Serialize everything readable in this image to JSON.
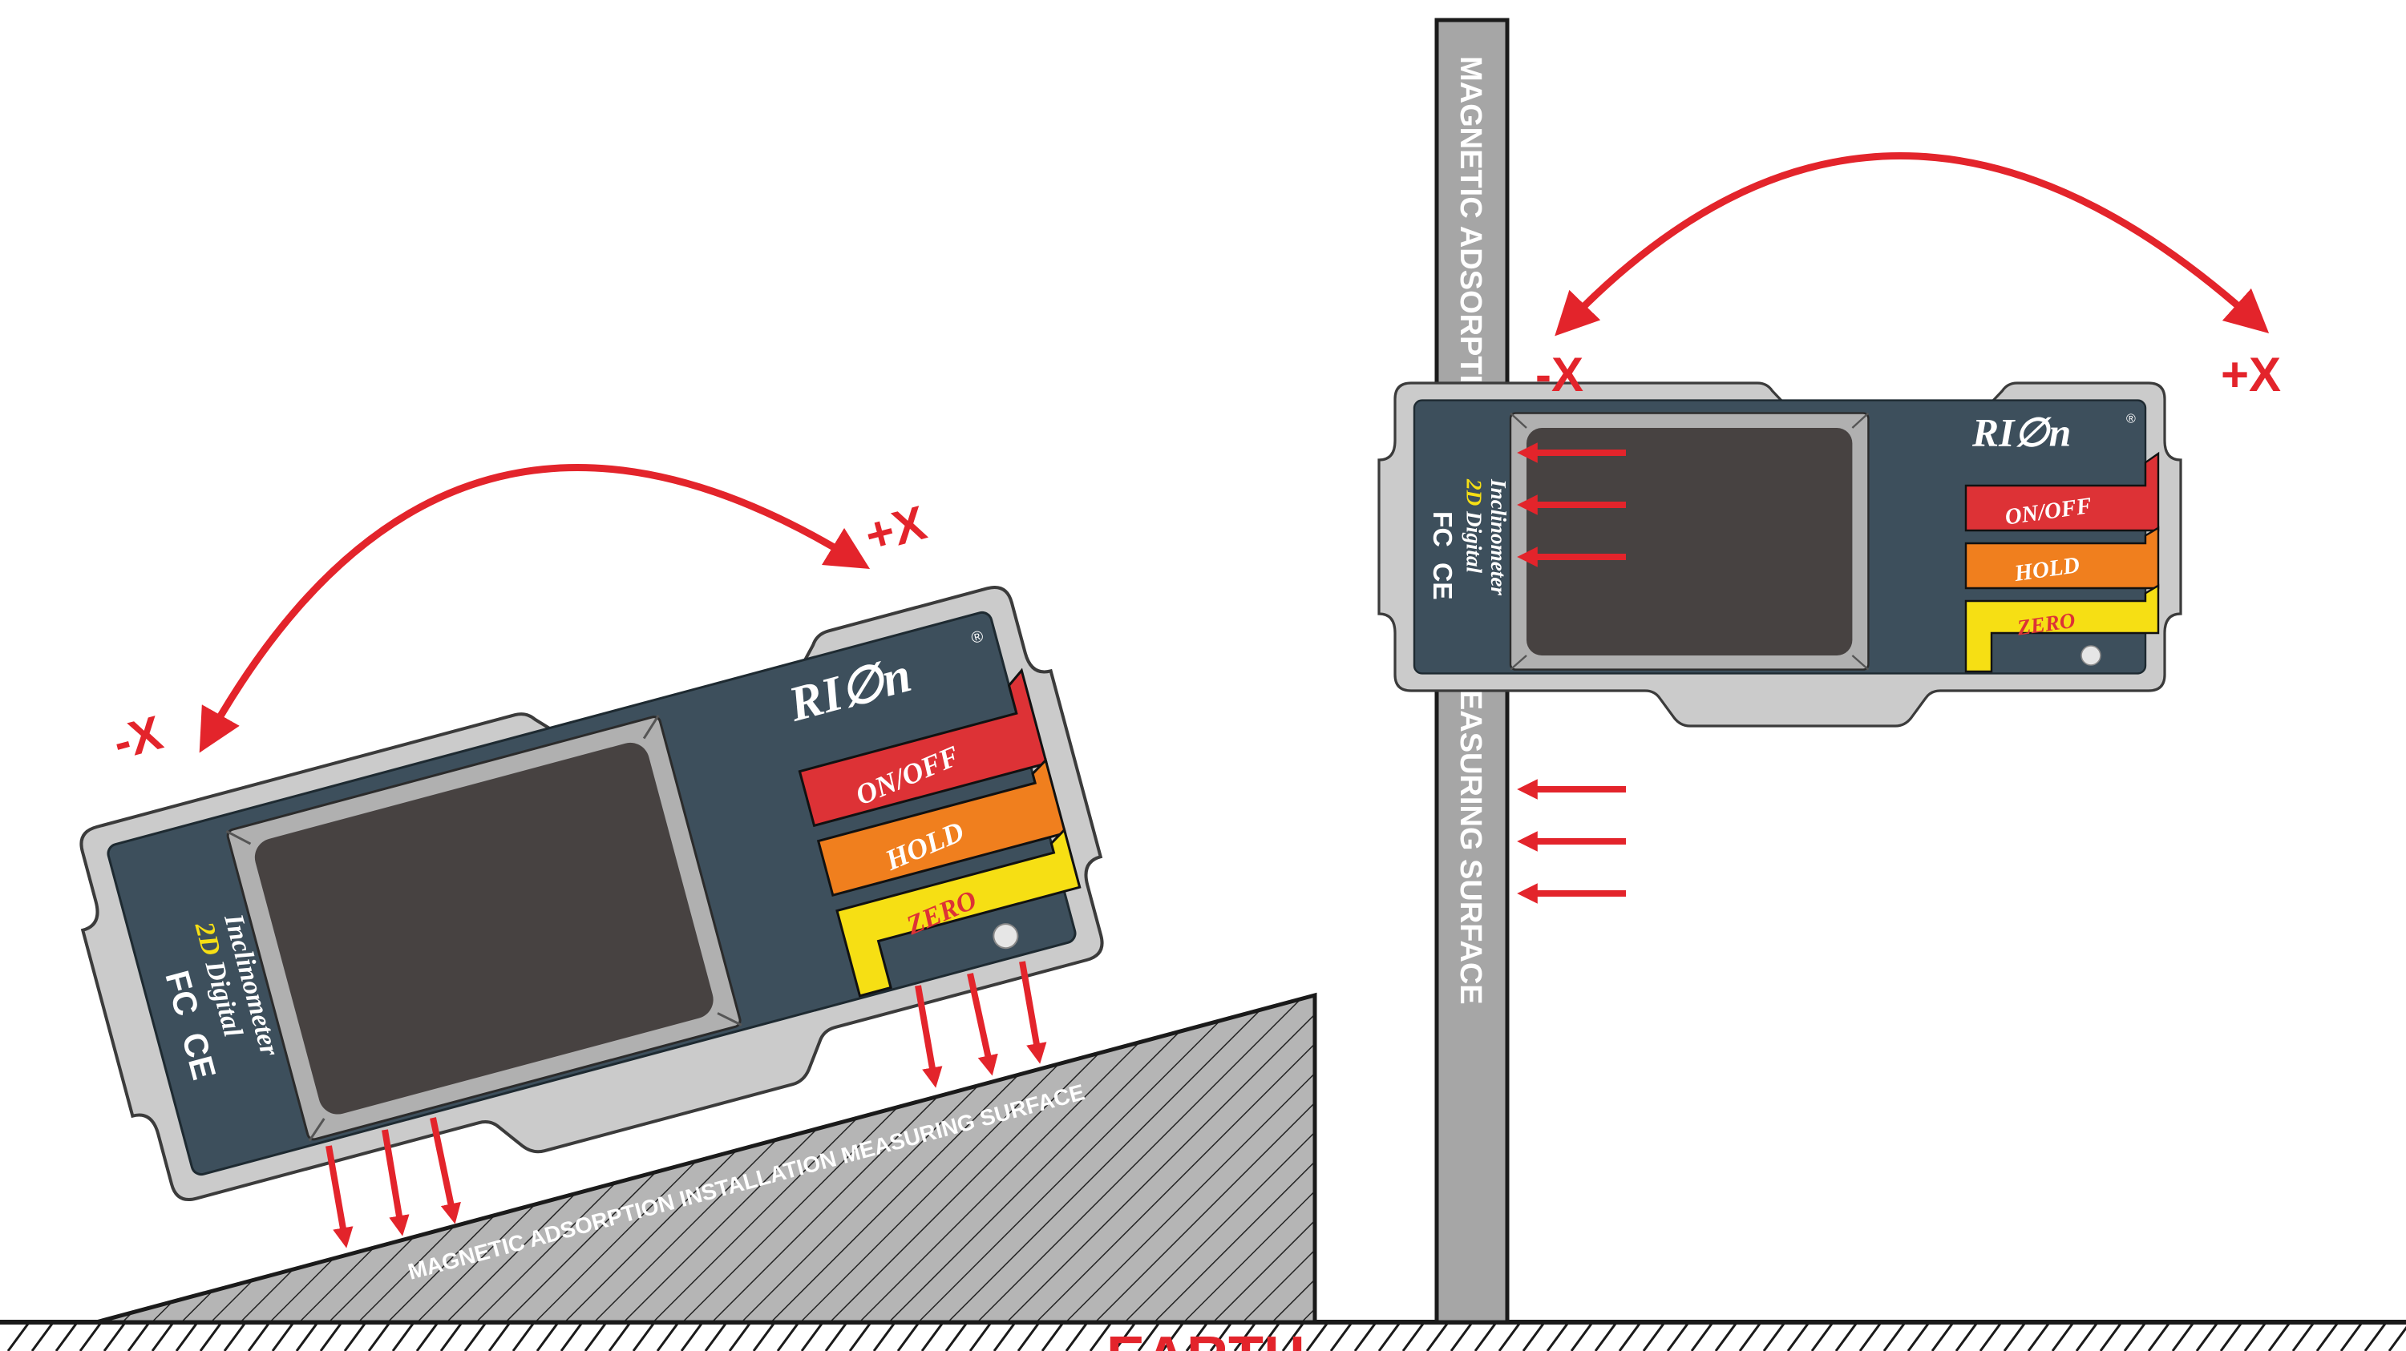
{
  "colors": {
    "arrow_red": "#e3242b",
    "device_frame": "#cbcbcb",
    "device_face": "#3d4f5c",
    "screen": "#474241",
    "onoff_button": "#dd3236",
    "hold_button": "#f07f1e",
    "zero_button": "#f6df14",
    "label_yellow": "#f6df14",
    "surface_gray": "#a6a6a6"
  },
  "left_device": {
    "brand": "RI∅n",
    "registered_mark": "®",
    "cert_fc": "FC",
    "cert_ce": "CE",
    "label_2d": "2D",
    "label_digital": "Digital",
    "label_inclinometer": "Inclinometer",
    "button_onoff": "ON/OFF",
    "button_hold": "HOLD",
    "button_zero": "ZERO",
    "axis_minus": "-X",
    "axis_plus": "+X"
  },
  "right_device": {
    "brand": "RI∅n",
    "registered_mark": "®",
    "cert_fc": "FC",
    "cert_ce": "CE",
    "label_2d": "2D",
    "label_digital": "Digital",
    "label_inclinometer": "Inclinometer",
    "button_onoff": "ON/OFF",
    "button_hold": "HOLD",
    "button_zero": "ZERO",
    "axis_minus": "-X",
    "axis_plus": "+X"
  },
  "slope_surface_label": "MAGNETIC ADSORPTION INSTALLATION MEASURING SURFACE",
  "wall_surface_label": "MAGNETIC ADSORPTION INSTALLATION MEASURING SURFACE",
  "ground_label": "EARTH"
}
